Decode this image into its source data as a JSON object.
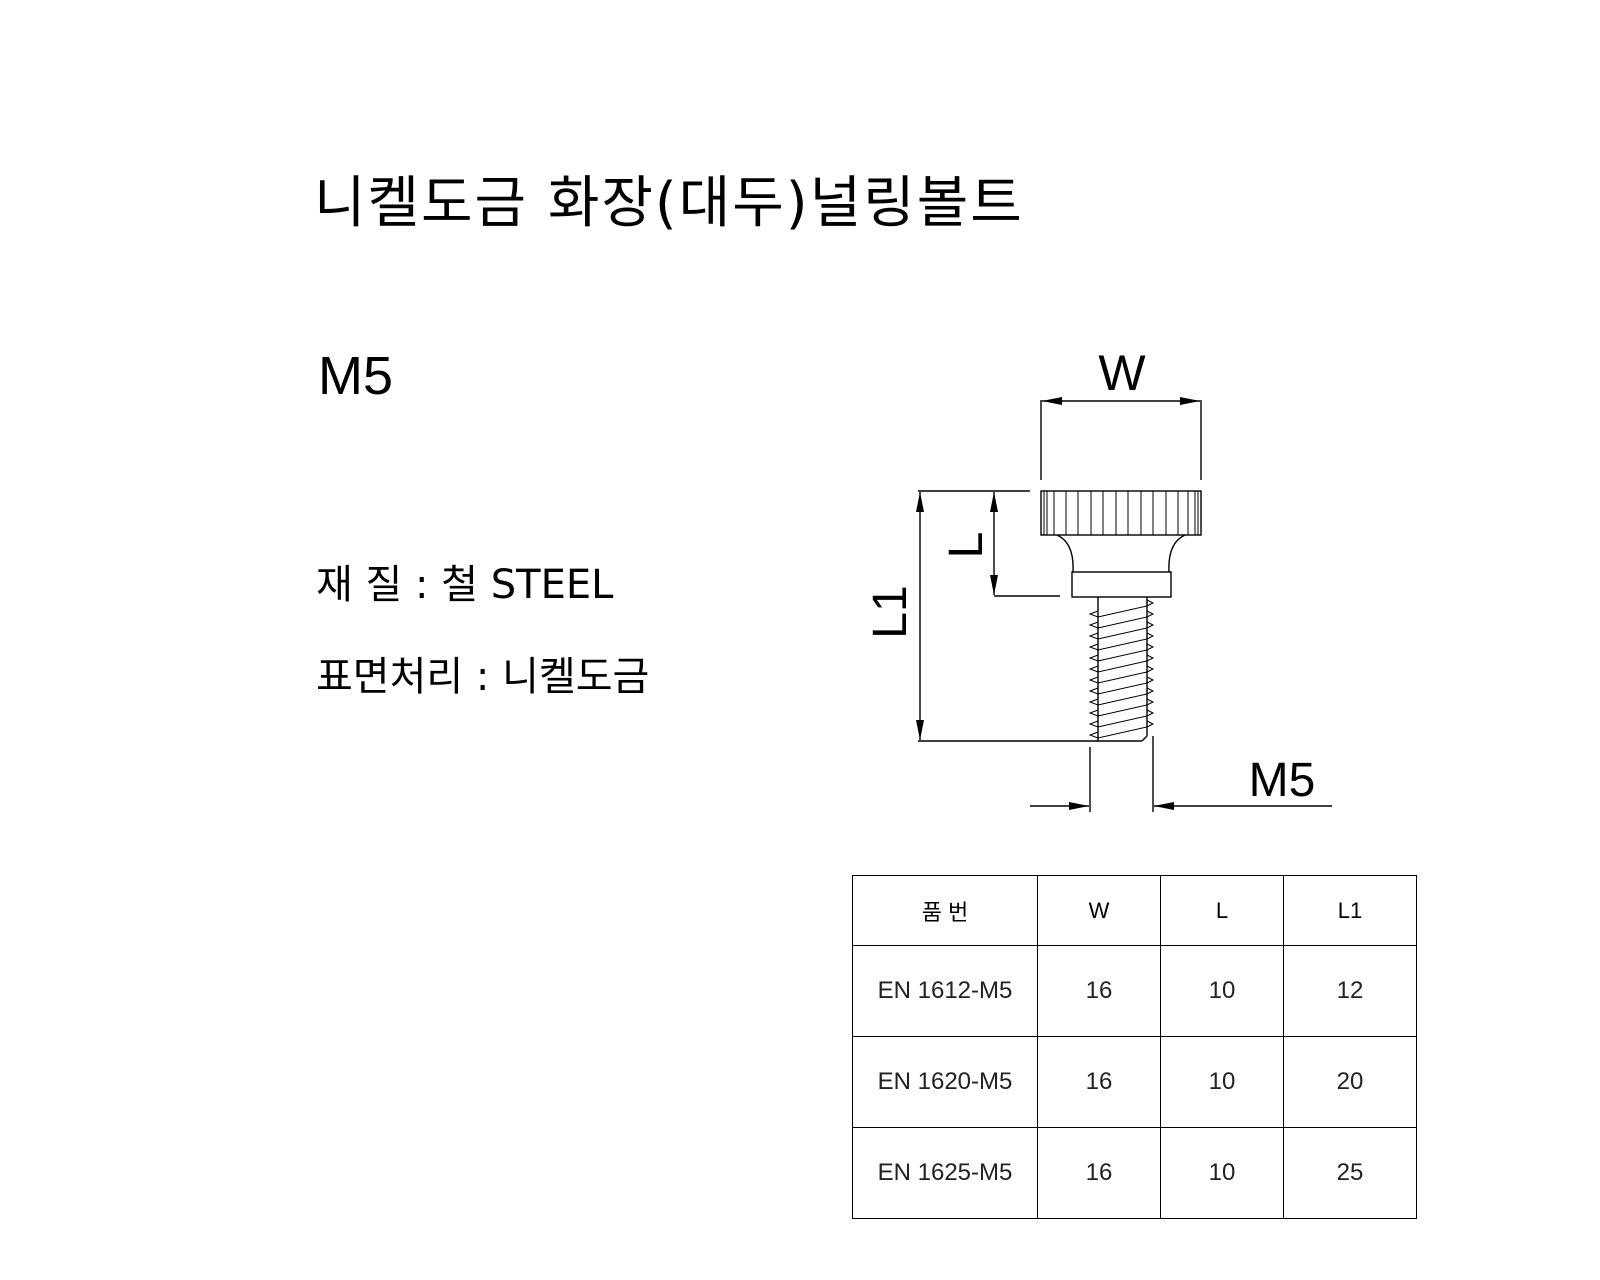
{
  "title": "니켈도금 화장(대두)널링볼트",
  "size": "M5",
  "specs": {
    "material_label": "재 질",
    "material_value": "철 STEEL",
    "surface_label": "표면처리",
    "surface_value": "니켈도금",
    "separator": ":"
  },
  "drawing": {
    "dim_w": "W",
    "dim_l": "L",
    "dim_l1": "L1",
    "dim_thread": "M5"
  },
  "table": {
    "headers": [
      "품  번",
      "W",
      "L",
      "L1"
    ],
    "rows": [
      [
        "EN 1612-M5",
        "16",
        "10",
        "12"
      ],
      [
        "EN 1620-M5",
        "16",
        "10",
        "20"
      ],
      [
        "EN 1625-M5",
        "16",
        "10",
        "25"
      ]
    ]
  }
}
